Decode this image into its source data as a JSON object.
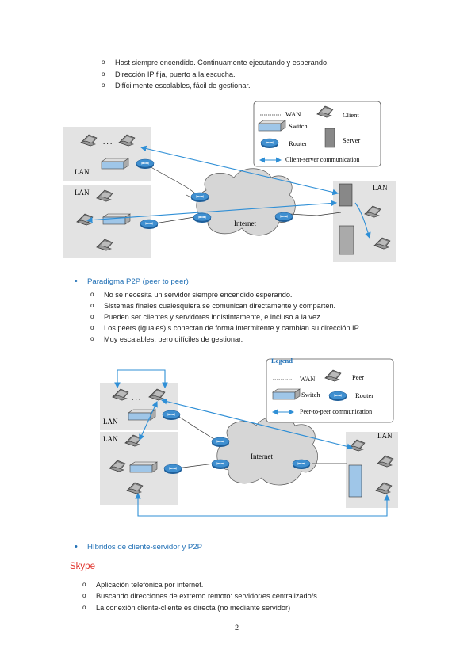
{
  "client_server": {
    "items": [
      "Host siempre encendido. Continuamente ejecutando y esperando.",
      "Dirección IP fija, puerto a la escucha.",
      "Difícilmente escalables, fácil de gestionar."
    ]
  },
  "figure1": {
    "legend": {
      "wan": "WAN",
      "client": "Client",
      "switch": "Switch",
      "server": "Server",
      "router": "Router",
      "comm": "Client-server communication"
    },
    "lan_labels": [
      "LAN",
      "LAN",
      "LAN"
    ],
    "internet": "Internet"
  },
  "p2p": {
    "title": "Paradigma P2P (peer to peer)",
    "items": [
      "No se necesita un servidor siempre encendido esperando.",
      "Sistemas finales cualesquiera se comunican directamente y comparten.",
      "Pueden ser clientes y servidores indistintamente, e incluso a la vez.",
      "Los peers (iguales) s conectan de forma intermitente y cambian su dirección IP.",
      "Muy escalables, pero difíciles de gestionar."
    ]
  },
  "figure2": {
    "legend": {
      "title": "Legend",
      "wan": "WAN",
      "peer": "Peer",
      "switch": "Switch",
      "router": "Router",
      "comm": "Peer-to-peer communication"
    },
    "lan_labels": [
      "LAN",
      "LAN",
      "LAN"
    ],
    "internet": "Internet"
  },
  "hybrid": {
    "title": "Híbridos de cliente-servidor y P2P"
  },
  "skype": {
    "title": "Skype",
    "items": [
      "Aplicación telefónica por internet.",
      "Buscando direcciones de extremo remoto: servidor/es centralizado/s.",
      "La conexión cliente-cliente es directa (no mediante servidor)"
    ]
  },
  "page_number": "2",
  "colors": {
    "heading_blue": "#1f6fb5",
    "skype_red": "#e0322b",
    "arrow": "#2f8fd6",
    "router": "#3f8fd0"
  }
}
